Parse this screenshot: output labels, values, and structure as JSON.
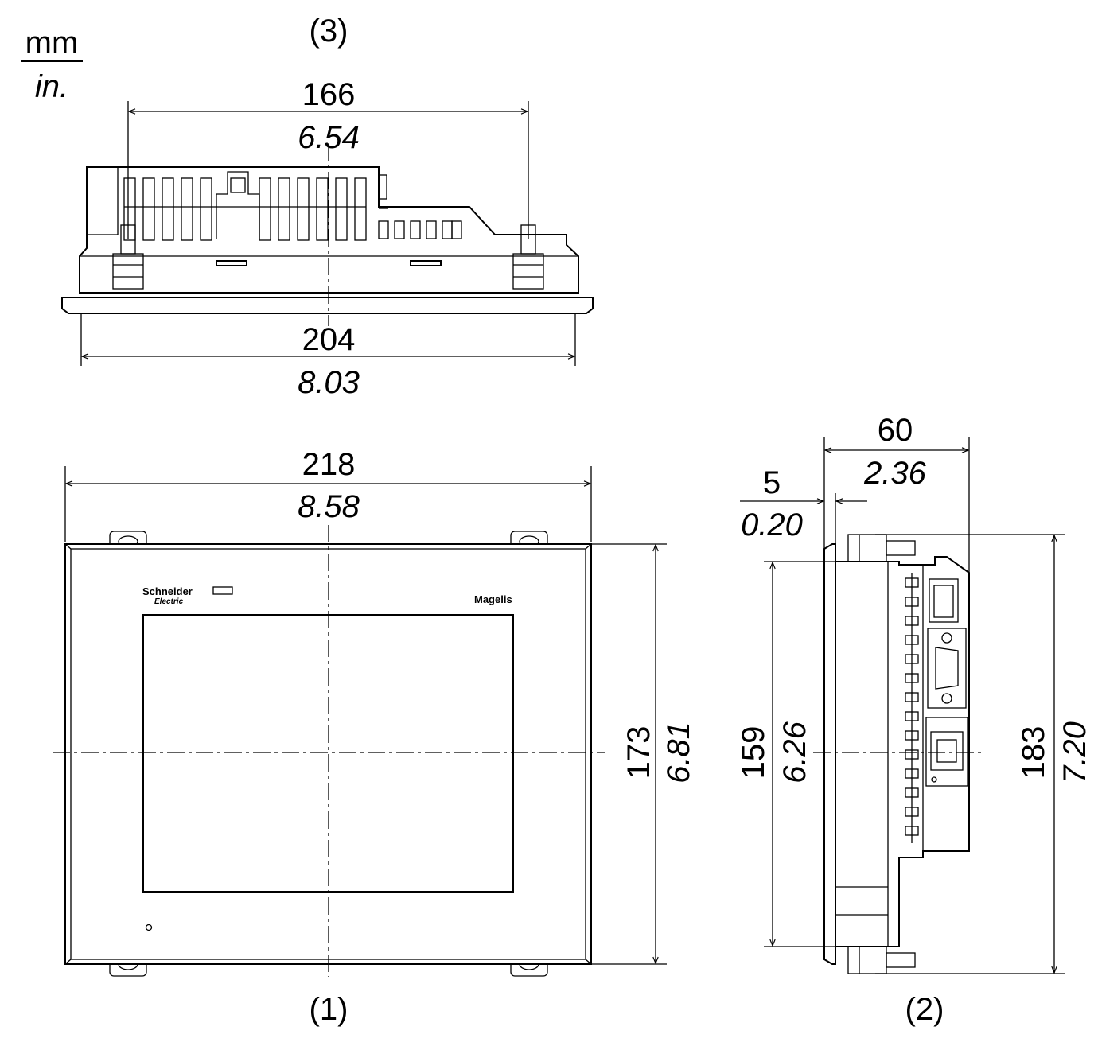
{
  "units": {
    "primary": "mm",
    "secondary": "in."
  },
  "views": {
    "top": {
      "label": "(3)"
    },
    "front": {
      "label": "(1)"
    },
    "side": {
      "label": "(2)"
    }
  },
  "dimensions": {
    "top_mount_spacing": {
      "mm": "166",
      "in": "6.54"
    },
    "top_bezel_width": {
      "mm": "204",
      "in": "8.03"
    },
    "front_width": {
      "mm": "218",
      "in": "8.58"
    },
    "front_height": {
      "mm": "173",
      "in": "6.81"
    },
    "side_depth": {
      "mm": "60",
      "in": "2.36"
    },
    "side_bezel": {
      "mm": "5",
      "in": "0.20"
    },
    "side_inner_height": {
      "mm": "159",
      "in": "6.26"
    },
    "side_total_height": {
      "mm": "183",
      "in": "7.20"
    }
  },
  "device": {
    "brand_line1": "Schneider",
    "brand_line2": "Electric",
    "product": "Magelis"
  }
}
